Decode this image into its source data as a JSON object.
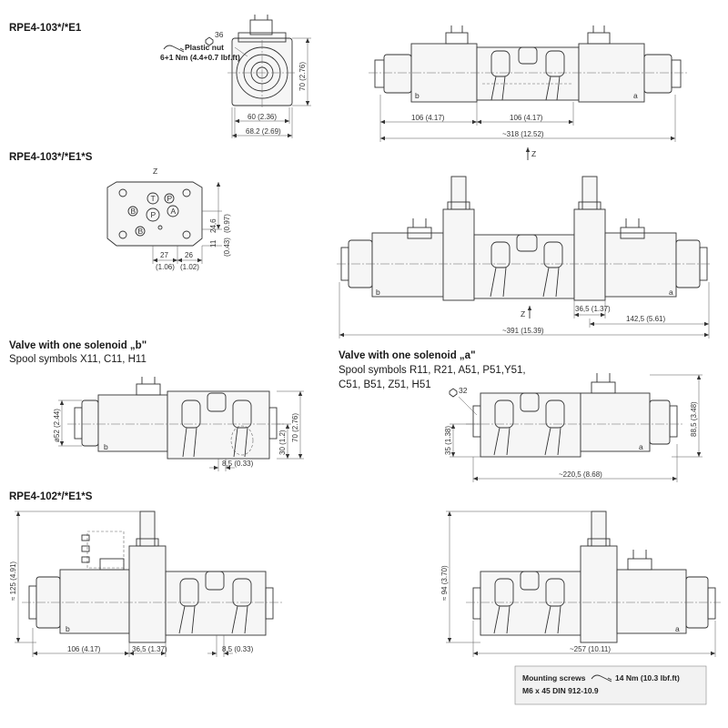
{
  "headings": {
    "h1": "RPE4-103*/*E1",
    "h2": "RPE4-103*/*E1*S",
    "h3": "Valve with one solenoid „b\"",
    "h3_sub": "Spool symbols X11, C11, H11",
    "h4": "Valve with one solenoid „a\"",
    "h4_sub1": "Spool symbols R11, R21, A51, P51,Y51,",
    "h4_sub2": "C51, B51, Z51, H51",
    "h5": "RPE4-102*/*E1*S"
  },
  "fig1": {
    "hex": "36",
    "plastic_nut": "Plastic nut",
    "torque": "6+1 Nm (4.4+0.7 lbf.ft)",
    "d_height": "70 (2.76)",
    "d_w1": "60 (2.36)",
    "d_w2": "68.2 (2.69)"
  },
  "fig2": {
    "label_b": "b",
    "label_a": "a",
    "d_left": "106 (4.17)",
    "d_right": "106 (4.17)",
    "d_total": "~318 (12.52)",
    "z_mark": "Z"
  },
  "fig3": {
    "z_title": "Z",
    "ports": [
      "T",
      "P",
      "B",
      "A",
      "P",
      "B"
    ],
    "d_v1": "24,6",
    "d_v1b": "(0.97)",
    "d_v2": "11",
    "d_v2b": "(0.43)",
    "d_h1": "27",
    "d_h1b": "(1.06)",
    "d_h2": "26",
    "d_h2b": "(1.02)"
  },
  "fig4": {
    "label_b": "b",
    "label_a": "a",
    "z_mark": "Z",
    "d_small": "36,5 (1.37)",
    "d_right": "142,5 (5.61)",
    "d_total": "~391 (15.39)"
  },
  "fig5": {
    "label_b": "b",
    "d_dia": "ø52 (2.44)",
    "d_h70": "70 (2.76)",
    "d_h30": "30 (1.2)",
    "d_85": "8,5 (0.33)"
  },
  "fig6": {
    "label_a": "a",
    "hex": "32",
    "d_h": "88,5 (3.48)",
    "d_35": "35 (1.38)",
    "d_total": "~220,5 (8.68)"
  },
  "fig7": {
    "label_b": "b",
    "d_h": "≈ 125 (4.91)",
    "d_106": "106 (4.17)",
    "d_365": "36,5 (1.37)",
    "d_85": "8,5 (0.33)"
  },
  "fig8": {
    "label_a": "a",
    "d_h": "≈ 94 (3.70)",
    "d_total": "~257 (10.11)"
  },
  "mounting": {
    "line1_a": "Mounting screws",
    "line1_b": "14 Nm (10.3 lbf.ft)",
    "line2": "M6 x 45 DIN 912-10.9"
  }
}
